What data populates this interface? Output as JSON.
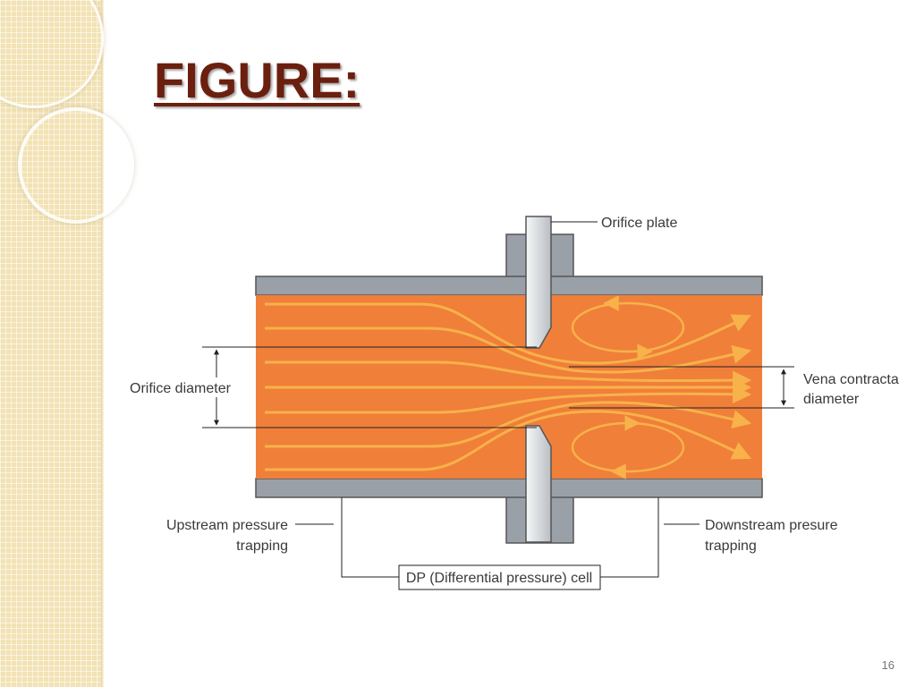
{
  "slide": {
    "title": "FIGURE:",
    "page_number": "16"
  },
  "diagram": {
    "labels": {
      "orifice_plate": "Orifice plate",
      "orifice_diameter": "Orifice diameter",
      "vena_contracta_line1": "Vena contracta",
      "vena_contracta_line2": "diameter",
      "upstream_line1": "Upstream pressure",
      "upstream_line2": "trapping",
      "downstream_line1": "Downstream presure",
      "downstream_line2": "trapping",
      "dp_cell": "DP (Differential pressure) cell"
    },
    "colors": {
      "fluid": "#f07f3a",
      "streamline": "#f7b24a",
      "pipe_wall": "#9aa0a8",
      "plate": "#e4e7ea",
      "title": "#6b1f0f"
    }
  }
}
